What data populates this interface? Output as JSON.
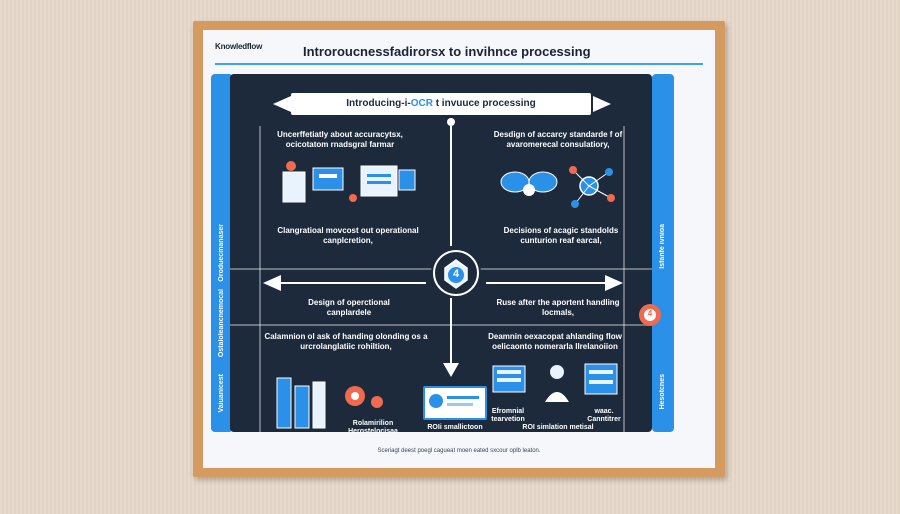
{
  "poster": {
    "brand": "Knowledflow",
    "title": "Introroucnessfadirorsx to invihnce processing",
    "banner_prefix": "Introducing-i-",
    "banner_accent": "OCR",
    "banner_suffix": " t invuuce processing",
    "footer": "Sceriagt deest poegl cagueat moen eated sxcour oplb leaton.",
    "center_badge": "4",
    "side_badge": "4"
  },
  "quadrants": {
    "top_left_heading": "Uncerffetiatly about accuracytsx, ocicotatom rnadsgral farmar",
    "top_left_caption": "Clangratioal movcost out operational canplcretion,",
    "top_right_heading": "Desdign of accarcy standarde f of avaromerecal consulatiory,",
    "top_right_caption": "Decisions of acagic standolds cunturion reaf earcal,",
    "mid_left": "Design of operctional canplardele",
    "mid_right": "Ruse after the aportent handling locmals,",
    "bottom_left_heading": "Calamnion ol ask of handing olonding os a urcrolanglatiic rohiltion,",
    "bottom_right_heading": "Deamnin oexacopat ahlanding flow oelicaonto nomerarla llrelanoiion",
    "bottom_left_caption": "Rolamirilion Herostelocisaa",
    "bottom_mid_caption": "ROIi smallictoon",
    "bottom_right_caption": "ROI simlation metisal",
    "bottom_right_label1": "Efromnial tearvetion",
    "bottom_right_label2": "waac. Canntitrer"
  },
  "side_labels": {
    "left_top": "Oroduecmanaser",
    "left_mid": "Ostaloleancnemocal",
    "left_bottom": "Vaiuanicest",
    "right_top": "Isfanfe ivnioa",
    "right_bottom": "Hesotcnes"
  },
  "colors": {
    "accent": "#2a90e8",
    "board": "#1c2a3c",
    "warm": "#f06a50"
  }
}
